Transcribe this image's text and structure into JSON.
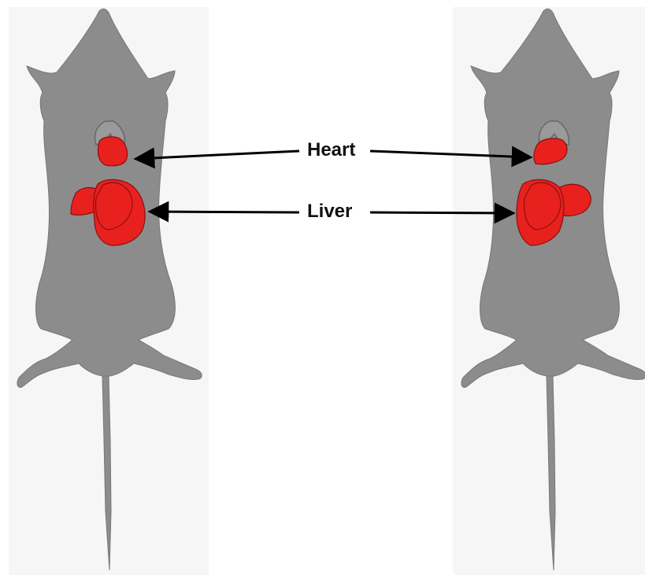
{
  "labels": {
    "heart": "Heart",
    "liver": "Liver"
  },
  "colors": {
    "background": "#ffffff",
    "panel": "#f6f6f6",
    "mouse_body": "#8c8c8c",
    "mouse_outline": "#777777",
    "organ_fill": "#e8211e",
    "organ_outline": "#8a1010",
    "arrow": "#000000"
  },
  "icons": [
    "mouse-silhouette",
    "heart-organ",
    "liver-organ",
    "lung-outline"
  ]
}
